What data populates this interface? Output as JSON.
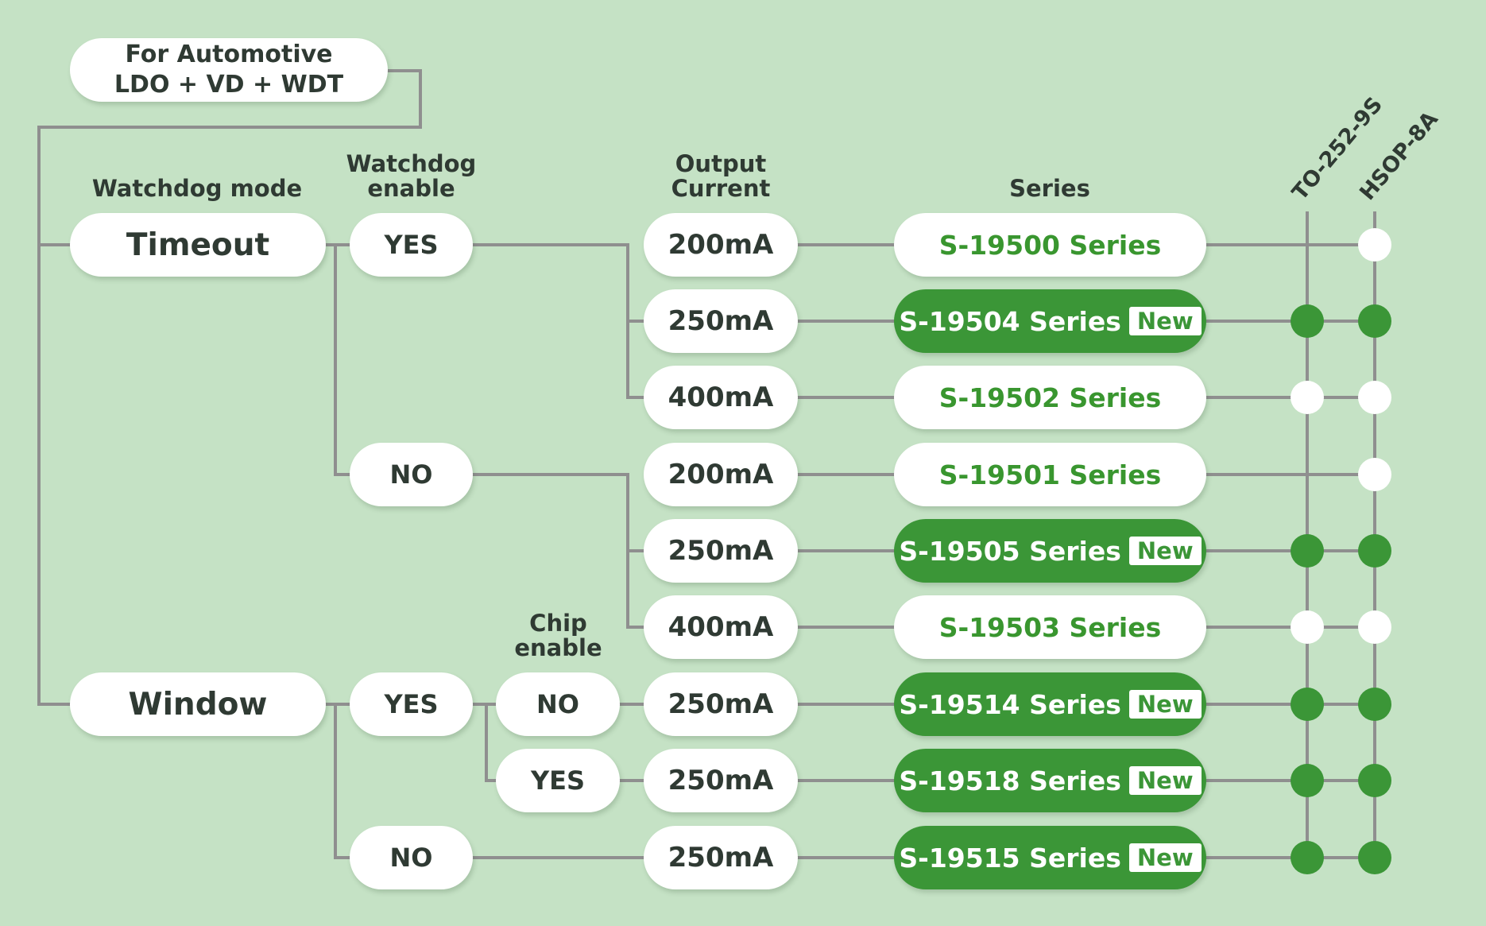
{
  "title": {
    "line1": "For Automotive",
    "line2": "LDO + VD + WDT"
  },
  "headers": {
    "watchdog_mode": "Watchdog mode",
    "watchdog_enable_1": "Watchdog",
    "watchdog_enable_2": "enable",
    "chip_enable_1": "Chip",
    "chip_enable_2": "enable",
    "output_current_1": "Output",
    "output_current_2": "Current",
    "series": "Series"
  },
  "packages": [
    "TO-252-9S",
    "HSOP-8A"
  ],
  "modes": {
    "timeout": "Timeout",
    "window": "Window"
  },
  "watchdog_enable": {
    "timeout_yes": "YES",
    "timeout_no": "NO",
    "window_yes": "YES",
    "window_no": "NO"
  },
  "chip_enable": {
    "no": "NO",
    "yes": "YES"
  },
  "new_badge": "New",
  "colors": {
    "background": "#c5e2c5",
    "accent": "#3b9637",
    "line": "#8f8f8f",
    "text": "#2f3a33"
  },
  "rows": [
    {
      "current": "200mA",
      "series": "S-19500 Series",
      "is_new": false,
      "to252": "none",
      "hsop": "open"
    },
    {
      "current": "250mA",
      "series": "S-19504 Series",
      "is_new": true,
      "to252": "filled",
      "hsop": "filled"
    },
    {
      "current": "400mA",
      "series": "S-19502 Series",
      "is_new": false,
      "to252": "open",
      "hsop": "open"
    },
    {
      "current": "200mA",
      "series": "S-19501 Series",
      "is_new": false,
      "to252": "none",
      "hsop": "open"
    },
    {
      "current": "250mA",
      "series": "S-19505 Series",
      "is_new": true,
      "to252": "filled",
      "hsop": "filled"
    },
    {
      "current": "400mA",
      "series": "S-19503 Series",
      "is_new": false,
      "to252": "open",
      "hsop": "open"
    },
    {
      "current": "250mA",
      "series": "S-19514 Series",
      "is_new": true,
      "to252": "filled",
      "hsop": "filled"
    },
    {
      "current": "250mA",
      "series": "S-19518 Series",
      "is_new": true,
      "to252": "filled",
      "hsop": "filled"
    },
    {
      "current": "250mA",
      "series": "S-19515 Series",
      "is_new": true,
      "to252": "filled",
      "hsop": "filled"
    }
  ]
}
